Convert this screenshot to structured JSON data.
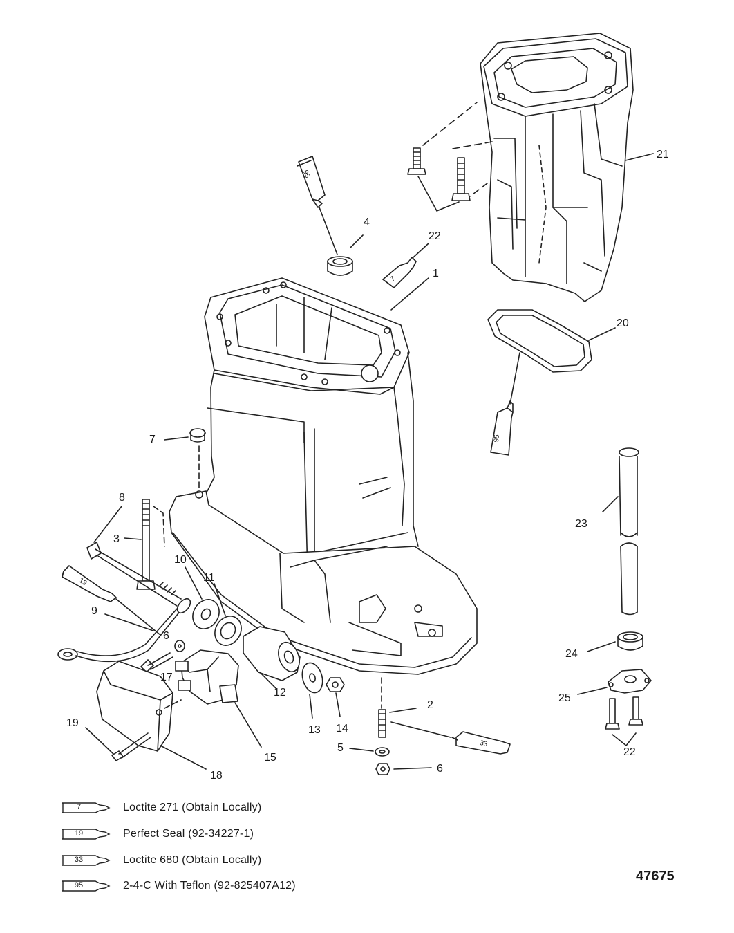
{
  "callouts": {
    "c1": "1",
    "c2": "2",
    "c3": "3",
    "c4": "4",
    "c5": "5",
    "c6a": "6",
    "c6b": "6",
    "c7": "7",
    "c8": "8",
    "c9": "9",
    "c10": "10",
    "c11": "11",
    "c12": "12",
    "c13": "13",
    "c14": "14",
    "c15": "15",
    "c17": "17",
    "c18": "18",
    "c19": "19",
    "c20": "20",
    "c21": "21",
    "c22a": "22",
    "c22b": "22",
    "c23": "23",
    "c24": "24",
    "c25": "25"
  },
  "tubes": {
    "t95a": "95",
    "t7": "7",
    "t95b": "95",
    "t19": "19",
    "t33": "33"
  },
  "legend": [
    {
      "code": "7",
      "text": "Loctite 271 (Obtain Locally)"
    },
    {
      "code": "19",
      "text": "Perfect Seal (92-34227-1)"
    },
    {
      "code": "33",
      "text": "Loctite 680 (Obtain Locally)"
    },
    {
      "code": "95",
      "text": "2-4-C  With Teflon (92-825407A12)"
    }
  ],
  "figure_number": "47675"
}
